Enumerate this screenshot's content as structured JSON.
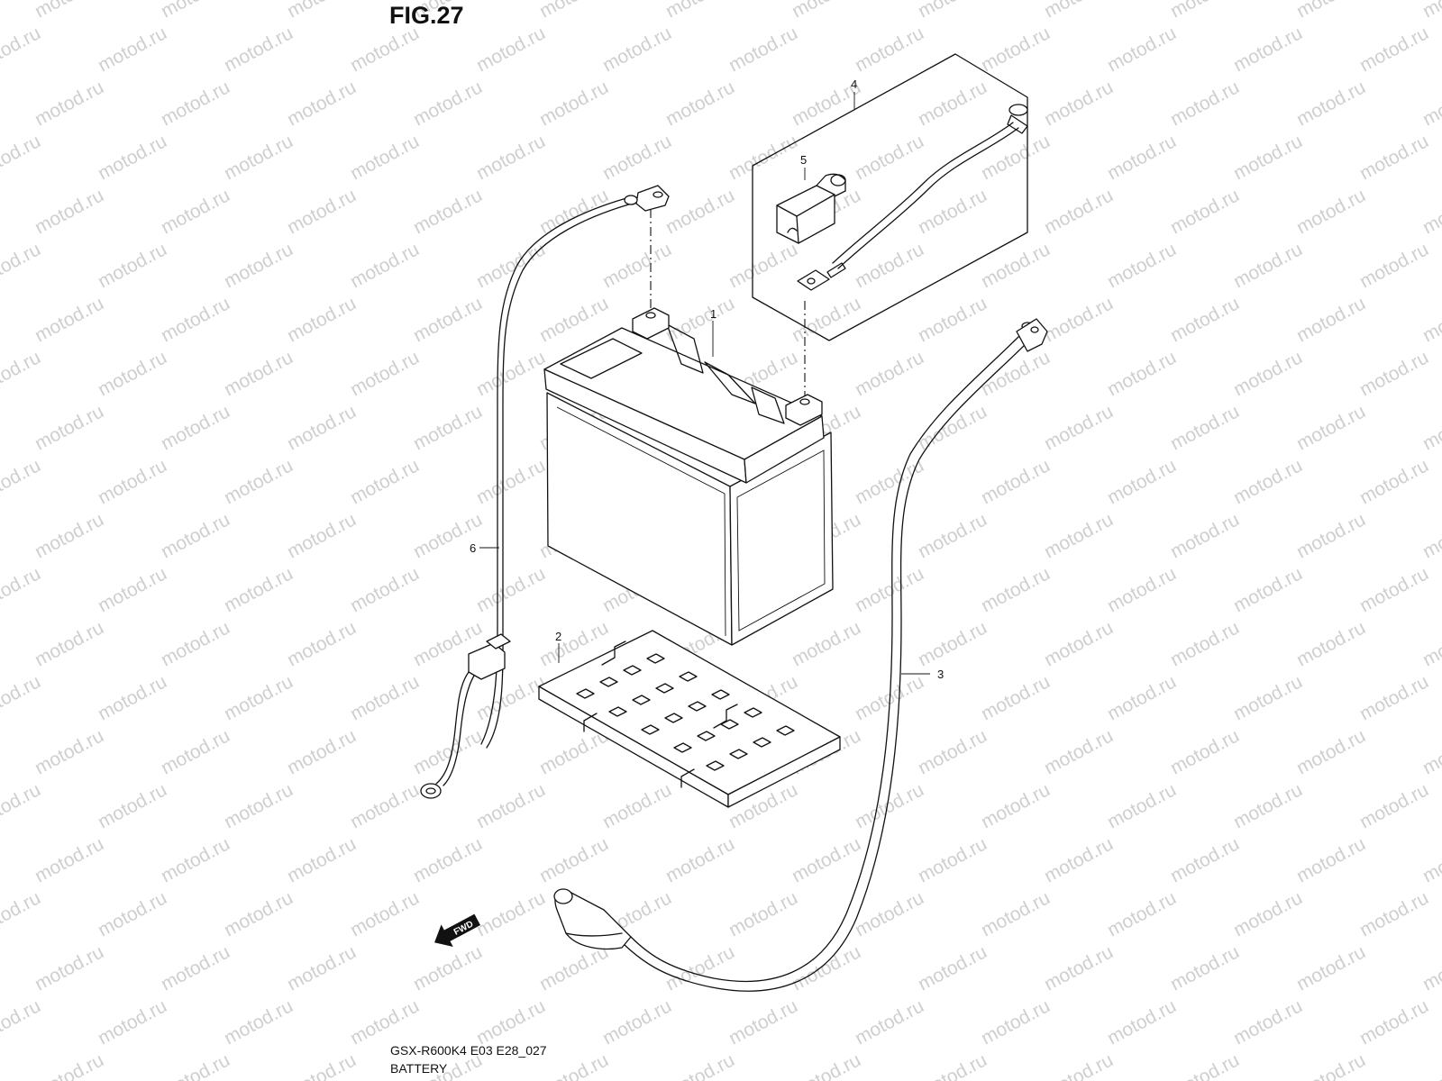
{
  "figure": {
    "title": "FIG.27",
    "model_code": "GSX-R600K4 E03 E28_027",
    "name": "BATTERY"
  },
  "watermark": "motod.ru",
  "callouts": {
    "c1": "1",
    "c2": "2",
    "c3": "3",
    "c4": "4",
    "c5": "5",
    "c6": "6"
  },
  "direction_badge": "FWD"
}
